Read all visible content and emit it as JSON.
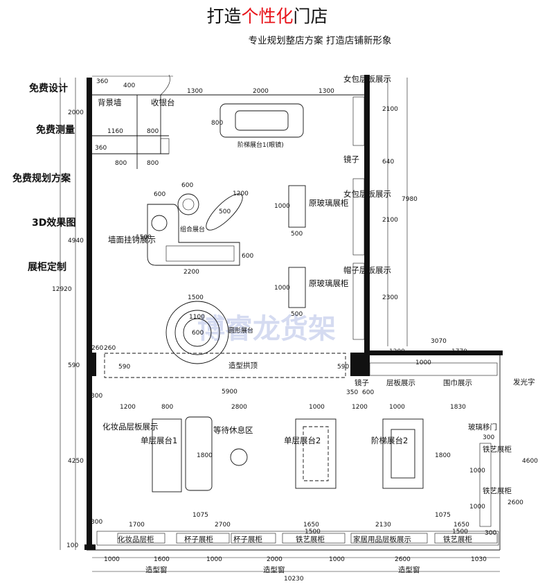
{
  "header": {
    "title_pre": "打造",
    "title_red": "个性化",
    "title_post": "门店",
    "subtitle": "专业规划整店方案  打造店铺新形象"
  },
  "side_labels": [
    "免费设计",
    "免费测量",
    "免费规划方案",
    "3D效果图",
    "展柜定制"
  ],
  "watermark": "博睿龙货架",
  "dims": {
    "top_360a": "360",
    "top_400": "400",
    "top_1300a": "1300",
    "top_2000": "2000",
    "top_1300b": "1300",
    "r_2100a": "2100",
    "r_640": "640",
    "r_2100b": "2100",
    "r_2300": "2300",
    "r_7980": "7980",
    "l_2000": "2000",
    "l_4940": "4940",
    "l_12920": "12920",
    "l_590": "590",
    "l_4250": "4250",
    "l_100": "100",
    "d_1160": "1160",
    "d_800a": "800",
    "d_360b": "360",
    "d_800b": "800",
    "d_800c": "800",
    "d_800d": "800",
    "combo_600a": "600",
    "combo_600b": "600",
    "combo_1200": "1200",
    "combo_500": "500",
    "combo_1500": "1500",
    "combo_600c": "600",
    "combo_2200": "2200",
    "cab1_1000": "1000",
    "cab1_500": "500",
    "cab2_1000": "1000",
    "cab2_500": "500",
    "round_1500": "1500",
    "round_1100": "1100",
    "round_600": "600",
    "arch_590a": "590",
    "arch_590b": "590",
    "w_260a": "260",
    "w_260b": "260",
    "mid_5900": "5900",
    "mid_350": "350",
    "mid_600": "600",
    "ext_3070": "3070",
    "ext_1200": "1200",
    "ext_1770": "1770",
    "ext_1000": "1000",
    "row_300a": "300",
    "row_1200": "1200",
    "row_800": "800",
    "row_2800": "2800",
    "row_1000a": "1000",
    "row_1200b": "1200",
    "row_1000b": "1000",
    "row_1830": "1830",
    "v_1800a": "1800",
    "v_1800b": "1800",
    "v_1075a": "1075",
    "v_1075b": "1075",
    "v_300b": "300",
    "v_1000c": "1000",
    "v_1000d": "1000",
    "v_300c": "300",
    "v_4600": "4600",
    "v_2600": "2600",
    "bot_300": "300",
    "bot_1700": "1700",
    "bot_2700": "2700",
    "bot_1650a": "1650",
    "bot_2130": "2130",
    "bot_1650b": "1650",
    "in_1500a": "1500",
    "in_1500b": "1500",
    "w_1000a": "1000",
    "w_1600": "1600",
    "w_1000b": "1000",
    "w_2000": "2000",
    "w_1000c": "1000",
    "w_2600": "2600",
    "w_1030": "1030",
    "w_10230": "10230"
  },
  "labels": {
    "bg_wall": "背景墙",
    "cashier": "收银台",
    "step1": "阶梯展台1(眼镜)",
    "women_bag_a": "女包层板展示",
    "mirror": "镜子",
    "women_bag_b": "女包层板展示",
    "hat": "帽子层板展示",
    "glass_cab_a": "原玻璃展柜",
    "glass_cab_b": "原玻璃展柜",
    "combo": "组合展台",
    "wall_hook": "墙面挂钩展示",
    "round": "圆形展台",
    "arch": "造型拱顶",
    "mirror2": "镜子",
    "shelf_disp": "层板展示",
    "scarf": "围巾展示",
    "lightbox": "发光字",
    "cosmetic": "化妆品层板展示",
    "wait": "等待休息区",
    "single1": "单层展台1",
    "single2": "单层展台2",
    "step2": "阶梯展台2",
    "glass_door": "玻璃移门",
    "iron_a": "铁艺展柜",
    "iron_b": "铁艺展柜",
    "b_cosmetic": "化妆品层柜",
    "b_cup_a": "杯子展柜",
    "b_cup_b": "杯子展柜",
    "b_iron": "铁艺展柜",
    "b_home": "家居用品层板展示",
    "b_iron2": "铁艺展柜",
    "win_a": "造型窗",
    "win_b": "造型窗",
    "win_c": "造型窗"
  },
  "colors": {
    "title_red": "#e8141b",
    "side_label": "#9b59b6",
    "wall": "#111111"
  }
}
